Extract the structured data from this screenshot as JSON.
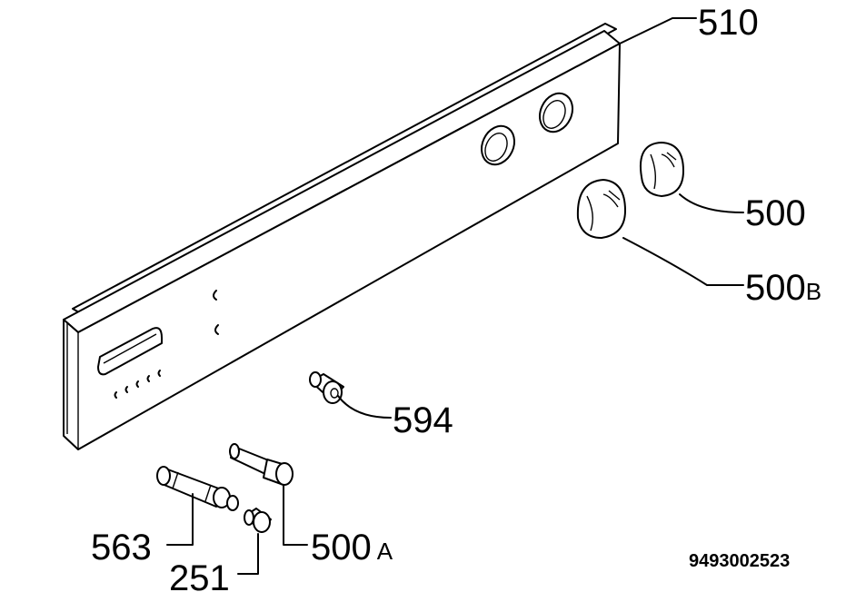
{
  "labels": {
    "panel": "510",
    "knob_top": "500",
    "knob_bottom_num": "500",
    "knob_bottom_suffix": "B",
    "cap": "594",
    "shaft": "563",
    "spindle_num": "500",
    "spindle_suffix": "A",
    "button": "251"
  },
  "drawing_code": "9493002523"
}
